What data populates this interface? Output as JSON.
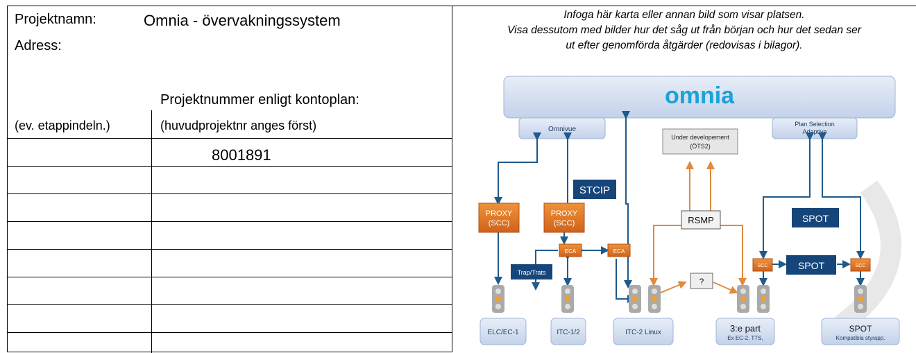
{
  "form": {
    "project_name_label": "Projektnamn:",
    "project_name_value": "Omnia - övervakningssystem",
    "address_label": "Adress:",
    "project_number_label": "Projektnummer enligt kontoplan:",
    "stage_label": "(ev. etappindeln.)",
    "main_project_hint": "(huvudprojektnr anges först)",
    "project_number_value": "8001891"
  },
  "image_panel": {
    "caption_line1": "Infoga här karta eller annan bild som visar platsen.",
    "caption_line2": "Visa dessutom med bilder hur det såg ut från början och hur det sedan ser",
    "caption_line3": "ut efter genomförda åtgärder (redovisas i bilagor).",
    "diagram": {
      "omnia": "omnia",
      "omnivue": "Omnivue",
      "plan_selection_1": "Plan Selection",
      "plan_selection_2": "Adaptive",
      "under_dev_1": "Under developement",
      "under_dev_2": "(ÖTS2)",
      "stcip": "STCIP",
      "proxy_1a": "PROXY",
      "proxy_1b": "(SCC)",
      "proxy_2a": "PROXY",
      "proxy_2b": "(SCC)",
      "rsmp": "RSMP",
      "spot_top": "SPOT",
      "spot_mid": "SPOT",
      "eca_1": "ECA",
      "eca_2": "ECA",
      "scc_1": "SCC",
      "scc_2": "SCC",
      "trap": "Trap/Trats",
      "question": "?",
      "elc": "ELC/EC-1",
      "itc12": "ITC-1/2",
      "itc2linux": "ITC-2 Linux",
      "third_party": "3:e part",
      "third_party_sub": "Ex EC-2, TTS,",
      "spot_bottom": "SPOT",
      "spot_bottom_sub": "Kompatibla styrapp."
    }
  }
}
